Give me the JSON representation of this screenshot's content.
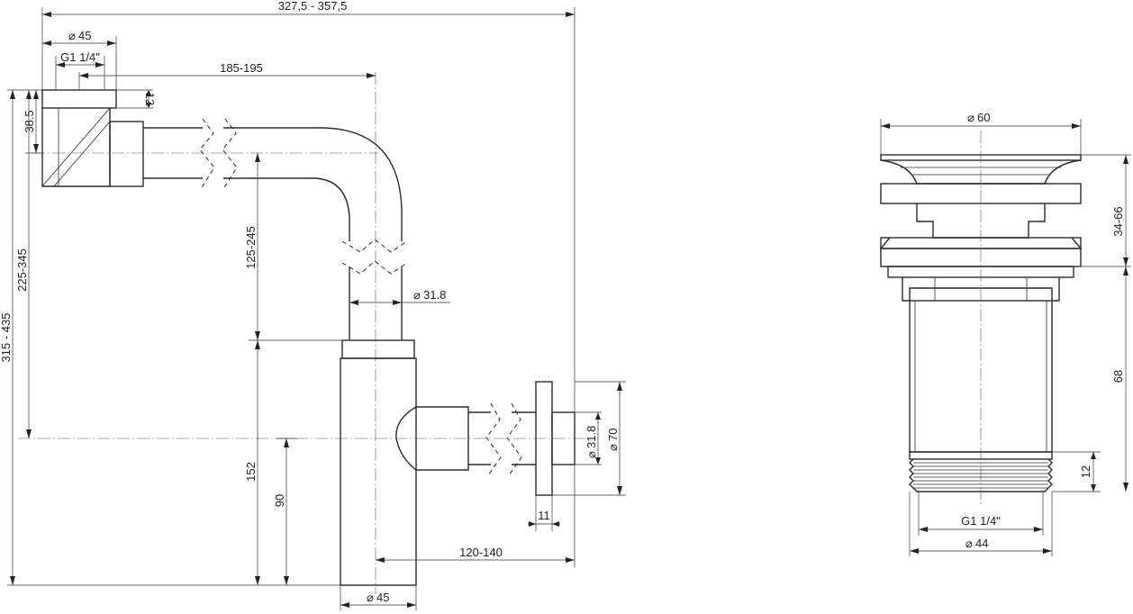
{
  "drawing": {
    "left_view": {
      "dims": {
        "overall_width": "327,5 - 357,5",
        "inlet_diameter": "45",
        "inlet_thread": "G1 1/4\"",
        "horizontal_reach": "185-195",
        "nut_height": "12",
        "elbow_height": "38.5",
        "vertical_adjust": "125-245",
        "pipe_diameter": "31.8",
        "total_height": "315 - 435",
        "upper_height": "225-345",
        "trap_height": "152",
        "outlet_height": "90",
        "outlet_reach": "120-140",
        "trap_diameter": "45",
        "outlet_pipe_diameter": "31.8",
        "flange_diameter": "70",
        "flange_thickness": "11"
      }
    },
    "right_view": {
      "dims": {
        "top_diameter": "60",
        "cap_height": "34-66",
        "body_height": "68",
        "thread_height": "12",
        "thread": "G1 1/4\"",
        "body_diameter": "44"
      }
    },
    "diameter_symbol": "⌀"
  }
}
